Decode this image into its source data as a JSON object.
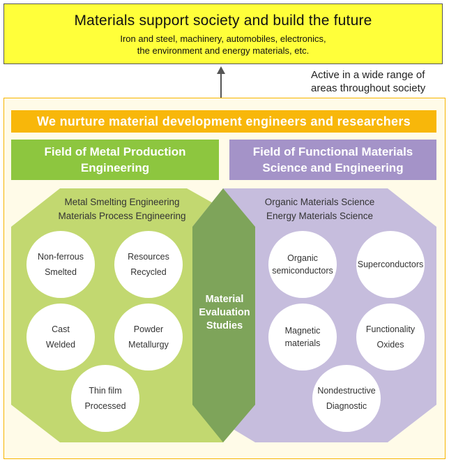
{
  "header": {
    "title": "Materials support society and build the future",
    "subtitle_line1": "Iron and steel, machinery, automobiles, electronics,",
    "subtitle_line2": "the environment and energy materials, etc."
  },
  "arrow_caption": {
    "line1": "Active in a wide range of",
    "line2": "areas throughout society"
  },
  "banner": "We nurture material development engineers and researchers",
  "fields": {
    "metal": {
      "line1": "Field of Metal Production",
      "line2": "Engineering"
    },
    "functional": {
      "line1": "Field of Functional Materials",
      "line2": "Science and Engineering"
    }
  },
  "left_group": {
    "heading_line1": "Metal Smelting Engineering",
    "heading_line2": "Materials Process Engineering",
    "circles": [
      {
        "line1": "Non-ferrous",
        "line2": "Smelted"
      },
      {
        "line1": "Resources",
        "line2": "Recycled"
      },
      {
        "line1": "Cast",
        "line2": "Welded"
      },
      {
        "line1": "Powder",
        "line2": "Metallurgy"
      },
      {
        "line1": "Thin film",
        "line2": "Processed"
      }
    ]
  },
  "right_group": {
    "heading_line1": "Organic Materials Science",
    "heading_line2": "Energy Materials Science",
    "circles": [
      {
        "line1": "Organic",
        "line2": "semiconductors"
      },
      {
        "line1": "Superconductors",
        "line2": ""
      },
      {
        "line1": "Magnetic",
        "line2": "materials"
      },
      {
        "line1": "Functionality",
        "line2": "Oxides"
      },
      {
        "line1": "Nondestructive",
        "line2": "Diagnostic"
      }
    ]
  },
  "center": {
    "line1": "Material",
    "line2": "Evaluation",
    "line3": "Studies"
  },
  "colors": {
    "top_yellow": "#ffff3a",
    "banner_orange": "#f8b70a",
    "metal_green": "#8dc63f",
    "light_green": "#c2d870",
    "functional_purple": "#a493c8",
    "light_purple": "#c6bddd",
    "overlap_green": "#7ea45a"
  }
}
